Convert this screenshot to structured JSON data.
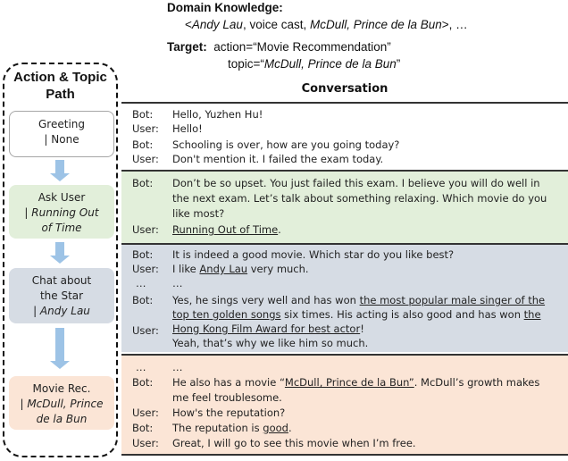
{
  "domain_knowledge": {
    "label": "Domain Knowledge:",
    "triple_open": "<",
    "subject": "Andy Lau",
    "relation": ", voice cast, ",
    "object": "McDull, Prince de la Bun",
    "triple_close": ">, …"
  },
  "target": {
    "label": "Target:",
    "action_line": "action=“Movie Recommendation”",
    "topic_prefix": "topic=“",
    "topic_value": "McDull, Prince de la Bun",
    "topic_suffix": "”"
  },
  "path": {
    "title_line1": "Action & Topic",
    "title_line2": "Path",
    "nodes": [
      {
        "action": "Greeting",
        "topic": "| None",
        "color": "#ffffff",
        "border": "#a6a6a6"
      },
      {
        "action": "Ask User",
        "topic_line1": "| Running Out",
        "topic_line2": "of Time",
        "color": "#e2efda"
      },
      {
        "action_line1": "Chat about",
        "action_line2": "the Star",
        "topic": "| Andy Lau",
        "color": "#d6dce4"
      },
      {
        "action": "Movie Rec.",
        "topic_line1": "| McDull, Prince",
        "topic_line2": "de la Bun",
        "color": "#fbe5d6"
      }
    ],
    "arrow_color": "#9dc3e6"
  },
  "conversation": {
    "title": "Conversation",
    "segments": [
      {
        "color": "#ffffff",
        "lines": [
          {
            "speaker": "Bot:",
            "text": "Hello, Yuzhen Hu!"
          },
          {
            "speaker": "User:",
            "text": "Hello!"
          },
          {
            "speaker": "Bot:",
            "text": "Schooling is over, how are you going today?"
          },
          {
            "speaker": "User:",
            "text": "Don't mention it. I failed the exam today."
          }
        ]
      },
      {
        "color": "#e2efda",
        "lines": [
          {
            "speaker": "Bot:",
            "text": "Don’t be so upset. You just failed this exam. I believe you will do well in"
          },
          {
            "speaker": "",
            "text": "the next exam. Let’s talk about something relaxing. Which movie do you"
          },
          {
            "speaker": "",
            "text": "like most?"
          },
          {
            "speaker": "User:",
            "underlined": "Running Out of Time",
            "after": "."
          }
        ]
      },
      {
        "color": "#d6dce4",
        "lines": [
          {
            "speaker": "Bot:",
            "text": "It is indeed a good movie. Which star do you like best?"
          },
          {
            "speaker": "User:",
            "before": "I like ",
            "underlined": "Andy Lau",
            "after": " very much."
          },
          {
            "speaker": "…",
            "text": "…"
          },
          {
            "speaker": "Bot:",
            "before": "Yes, he sings very well and has won ",
            "underlined": "the most popular male singer of the"
          },
          {
            "speaker": "",
            "underlined": "top ten golden songs",
            "after": " six times. His acting is also good and has won ",
            "underlined2": "the"
          },
          {
            "speaker": "User:",
            "underlined": "Hong Kong Film Award for best actor",
            "after": "!"
          },
          {
            "speaker": "",
            "text": "Yeah, that’s why we like him so much."
          }
        ]
      },
      {
        "color": "#fbe5d6",
        "lines": [
          {
            "speaker": "…",
            "text": "…"
          },
          {
            "speaker": "Bot:",
            "before": "He also has a movie “",
            "underlined": "McDull, Prince de la Bun”",
            "after": ". McDull’s growth makes"
          },
          {
            "speaker": "",
            "text": "me feel troublesome."
          },
          {
            "speaker": "User:",
            "text": "How's the reputation?"
          },
          {
            "speaker": "Bot:",
            "before": "The reputation is ",
            "underlined": "good",
            "after": "."
          },
          {
            "speaker": "User:",
            "text": "Great, I will go to see this movie when I’m free."
          }
        ]
      }
    ]
  }
}
